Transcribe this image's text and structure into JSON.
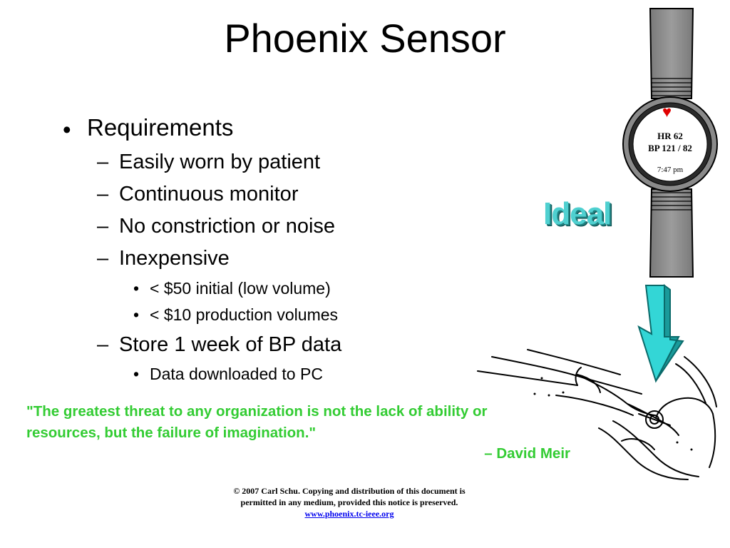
{
  "title": "Phoenix Sensor",
  "bullets": {
    "requirements": "Requirements",
    "easily_worn": "Easily worn by patient",
    "continuous": "Continuous monitor",
    "no_constriction": "No constriction or noise",
    "inexpensive": "Inexpensive",
    "initial_cost": "< $50 initial (low volume)",
    "production_cost": "< $10 production volumes",
    "store": "Store 1 week of BP data",
    "downloaded": "Data downloaded to PC"
  },
  "markers": {
    "dot": "•",
    "dash": "–"
  },
  "watch": {
    "hr": "HR 62",
    "bp": "BP 121 / 82",
    "time": "7:47 pm",
    "heart": "♥"
  },
  "ideal_label": "Ideal",
  "quote": {
    "text": "\"The greatest threat to any organization is not the lack of ability or resources, but the failure of imagination.\"",
    "author": "– David Meir"
  },
  "footer": {
    "line1": "© 2007 Carl Schu.  Copying and distribution of this document is",
    "line2": "permitted in any medium, provided this notice is preserved.",
    "link": "www.phoenix.tc-ieee.org"
  },
  "colors": {
    "quote": "#33cc33",
    "ideal": "#4fd0d0",
    "arrow": "#33d6d6",
    "heart": "#e00000",
    "link": "#0000ee"
  }
}
